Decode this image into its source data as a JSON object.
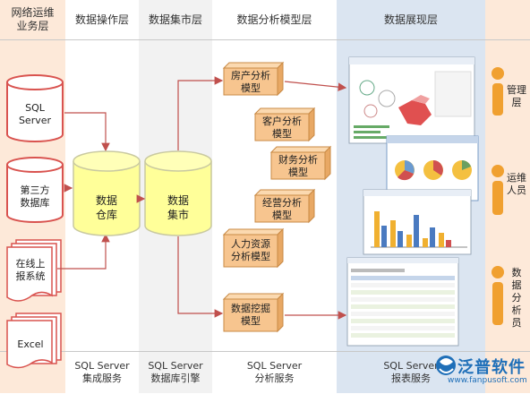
{
  "columns": [
    {
      "header": "网络运维\n业务层",
      "footer": ""
    },
    {
      "header": "数据操作层",
      "footer": "SQL Server\n集成服务"
    },
    {
      "header": "数据集市层",
      "footer": "SQL Server\n数据库引擎"
    },
    {
      "header": "数据分析模型层",
      "footer": "SQL Server\n分析服务"
    },
    {
      "header": "数据展现层",
      "footer": "SQL Server\n报表服务"
    },
    {
      "header": "",
      "footer": ""
    }
  ],
  "sources": [
    "SQL\nServer",
    "第三方\n数据库",
    "在线上\n报系统",
    "Excel"
  ],
  "stores": {
    "warehouse": "数据\n仓库",
    "mart": "数据\n集市"
  },
  "models": [
    "房产分析\n模型",
    "客户分析\n模型",
    "财务分析\n模型",
    "经营分析\n模型",
    "人力资源\n分析模型",
    "数据挖掘\n模型"
  ],
  "roles": [
    "管理\n层",
    "运维\n人员",
    "数\n据\n分\n析\n员"
  ],
  "logo": {
    "text": "泛普软件",
    "url": "www.fanpusoft.com"
  },
  "colors": {
    "source_red": "#d9534f",
    "cylinder_yellow": "#ffff99",
    "box_orange": "#f7c58f",
    "person_orange": "#f0a030",
    "arrow": "#c0504d"
  }
}
